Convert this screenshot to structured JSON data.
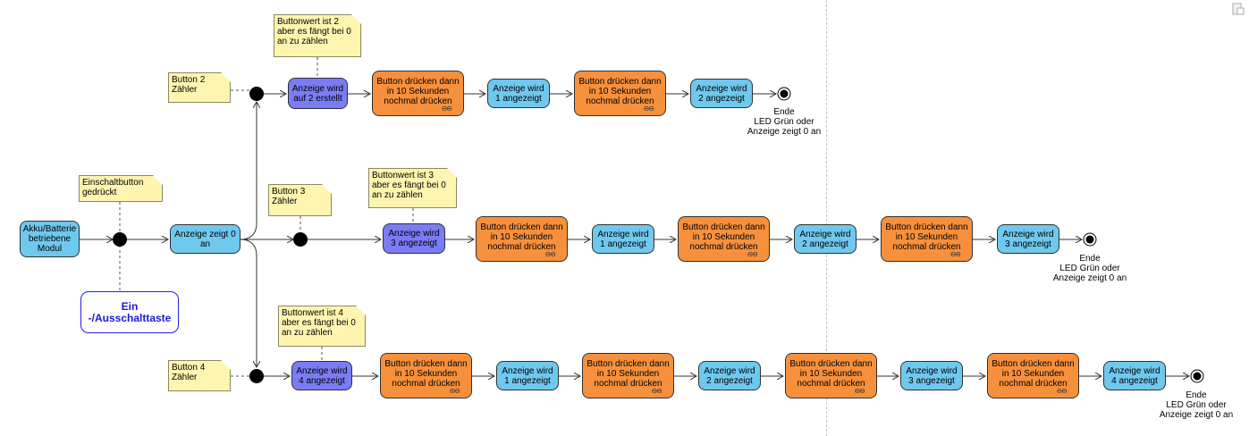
{
  "start_node": "Akku/Batterie betriebene Modul",
  "switch_note": "Einschaltbutton gedrückt",
  "display_zero": "Anzeige zeigt 0 an",
  "callout": "Ein -/Ausschalttaste",
  "button_hint": "Button drücken dann in 10 Sekunden nochmal drücken",
  "end_label": "Ende\nLED Grün oder\nAnzeige zeigt 0 an",
  "lanes": [
    {
      "counter_note": "Button 2\nZähler",
      "value_note": "Buttonwert ist 2\naber es fängt bei 0\nan zu zählen",
      "set_node": "Anzeige wird\nauf 2 erstellt",
      "steps": [
        "Anzeige wird\n1 angezeigt",
        "Anzeige wird\n2 angezeigt"
      ]
    },
    {
      "counter_note": "Button 3\nZähler",
      "value_note": "Buttonwert ist 3\naber es fängt bei 0\nan zu zählen",
      "set_node": "Anzeige wird\n3 angezeigt",
      "steps": [
        "Anzeige wird\n1 angezeigt",
        "Anzeige wird\n2 angezeigt",
        "Anzeige wird\n3 angezeigt"
      ]
    },
    {
      "counter_note": "Button 4\nZähler",
      "value_note": "Buttonwert ist 4\naber es fängt bei 0\nan zu zählen",
      "set_node": "Anzeige wird\n4 angezeigt",
      "steps": [
        "Anzeige wird\n1 angezeigt",
        "Anzeige wird\n2 angezeigt",
        "Anzeige wird\n3 angezeigt",
        "Anzeige wird\n4 angezeigt"
      ]
    }
  ],
  "colors": {
    "display_node": "#6fc8ee",
    "set_node": "#7a7cf5",
    "press_node": "#f7903c",
    "note": "#fff5b0",
    "callout_border": "#2020e0"
  }
}
